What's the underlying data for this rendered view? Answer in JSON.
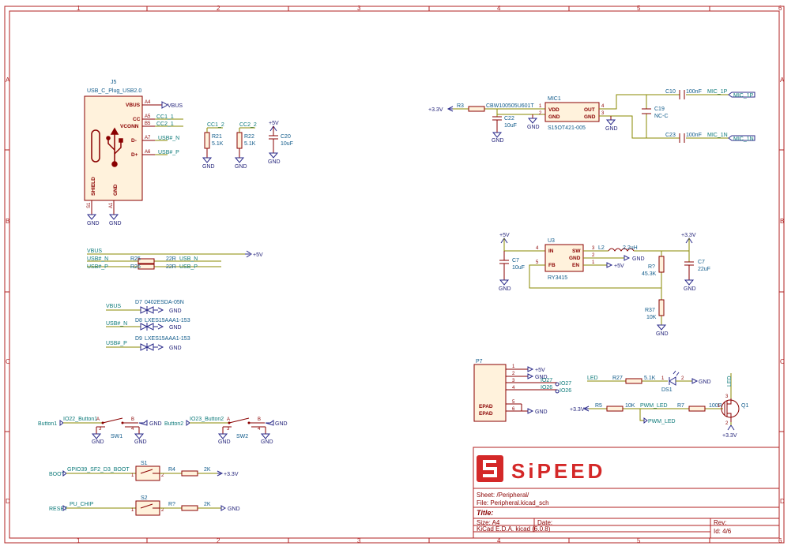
{
  "frame": {
    "columns": [
      "1",
      "2",
      "3",
      "4",
      "5",
      "6"
    ],
    "rows": [
      "A",
      "B",
      "C",
      "D"
    ]
  },
  "components": {
    "j5": {
      "ref": "J5",
      "value": "USB_C_Plug_USB2.0",
      "pins": [
        "A4",
        "A5",
        "B5",
        "A7",
        "A6"
      ],
      "pin_names": [
        "VBUS",
        "CC",
        "VCONN",
        "D-",
        "D+"
      ],
      "shield": "SHIELD",
      "gnd": "GND",
      "s1": "S1",
      "a1": "A1"
    },
    "r21": {
      "ref": "R21",
      "value": "5.1K"
    },
    "r22": {
      "ref": "R22",
      "value": "5.1K"
    },
    "c20": {
      "ref": "C20",
      "value": "10uF"
    },
    "r25": {
      "ref": "R25",
      "value": "22R"
    },
    "r26": {
      "ref": "R26",
      "value": "22R"
    },
    "d7": {
      "ref": "D7",
      "value": "0402ESDA-05N"
    },
    "d8": {
      "ref": "D8",
      "value": "LXES15AAA1-153"
    },
    "d9": {
      "ref": "D9",
      "value": "LXES15AAA1-153"
    },
    "sw1": {
      "ref": "SW1"
    },
    "sw2": {
      "ref": "SW2"
    },
    "s1": {
      "ref": "S1"
    },
    "s2": {
      "ref": "S2"
    },
    "r4": {
      "ref": "R4",
      "value": "2K"
    },
    "r7b": {
      "ref": "R?",
      "value": "2K"
    },
    "r3": {
      "ref": "R3",
      "value": "CBW100505U601T"
    },
    "c22": {
      "ref": "C22",
      "value": "10uF"
    },
    "mic1": {
      "ref": "MIC1",
      "value": "S15OT421-005",
      "pin_names": [
        "VDD",
        "GND",
        "OUT",
        "GND"
      ],
      "pins": [
        "1",
        "2",
        "4",
        "3"
      ]
    },
    "c10": {
      "ref": "C10",
      "value": "100nF"
    },
    "c19": {
      "ref": "C19",
      "value": "NC-C"
    },
    "c23": {
      "ref": "C23",
      "value": "100nF"
    },
    "u3": {
      "ref": "U3",
      "value": "RY3415",
      "pin_names": [
        "IN",
        "FB",
        "SW",
        "GND",
        "EN"
      ],
      "pins": [
        "4",
        "5",
        "3",
        "2",
        "1"
      ]
    },
    "c7a": {
      "ref": "C7",
      "value": "10uF"
    },
    "l2": {
      "ref": "L2",
      "value": "2.2uH"
    },
    "r_fb": {
      "ref": "R?",
      "value": "45.3K"
    },
    "r37": {
      "ref": "R37",
      "value": "10K"
    },
    "c7b": {
      "ref": "C7",
      "value": "22uF"
    },
    "p7": {
      "ref": "P7",
      "pins": [
        "1",
        "2",
        "3",
        "4",
        "5",
        "6"
      ],
      "pad_labels": [
        "EPAD",
        "EPAD"
      ]
    },
    "r27": {
      "ref": "R27",
      "value": "5.1K"
    },
    "ds1": {
      "ref": "DS1",
      "pins": [
        "1",
        "2"
      ]
    },
    "r5": {
      "ref": "R5",
      "value": "10K"
    },
    "r7c": {
      "ref": "R7",
      "value": "100R"
    },
    "q1": {
      "ref": "Q1",
      "pins": [
        "3",
        "1",
        "2"
      ]
    }
  },
  "nets": {
    "vbus": "VBUS",
    "cc1": "CC1_1",
    "cc2": "CC2_1",
    "usbn": "USB#_N",
    "usbp": "USB#_P",
    "cc1_2": "CC1_2",
    "cc2_2": "CC2_2",
    "usb_n": "USB_N",
    "usb_p": "USB_P",
    "button1": "Button1",
    "io22": "IO22_Button1",
    "button2": "Button2",
    "io23": "IO23_Button2",
    "boot": "BOOT",
    "gpio39": "GPIO39_SF2_D3_BOOT",
    "reset": "RESET",
    "pu_chip": "PU_CHIP",
    "mic1p": "MIC_1P",
    "mic1n": "MIC_1N",
    "io27": "IO27",
    "io26": "IO26",
    "led": "LED",
    "pwm_led": "PWM_LED"
  },
  "power": {
    "gnd": "GND",
    "p5v": "+5V",
    "p33v": "+3.3V"
  },
  "switch_pins": {
    "a": "A",
    "b": "B",
    "n3": "3",
    "n4": "4",
    "n1": "1",
    "n2": "2"
  },
  "title_block": {
    "logo_text": "SiPEED",
    "sheet": "Sheet: /Peripheral/",
    "file": "File: Peripheral.kicad_sch",
    "title": "Title:",
    "size": "Size: A4",
    "date": "Date:",
    "rev": "Rev:",
    "tool": "KiCad E.D.A.  kicad (6.0.8)",
    "id": "Id: 4/6"
  },
  "colors": {
    "frame": "#b02020",
    "wire": "#8a8a00",
    "part_fill": "#fff2dc",
    "part_stroke": "#8a0000",
    "net_label": "#0d7a7a",
    "ref": "#0f5a8a",
    "power": "#23237a",
    "logo": "#d42828"
  }
}
